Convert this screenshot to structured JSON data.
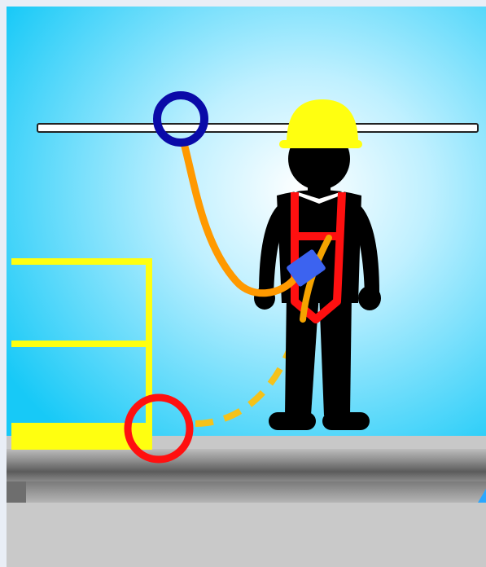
{
  "scene": {
    "description_visible_text": "",
    "colors": {
      "frame": "#e9eef6",
      "sky_center": "#ffffff",
      "sky_mid": "#bff0ff",
      "sky_edge": "#17c9f7",
      "anchor_line": "#ffffff",
      "anchor_line_outline": "#222222",
      "anchor_ring": "#0a0aa8",
      "lanyard": "#ff9900",
      "lanyard_dashed": "#f5c21a",
      "shock_absorber": "#3c63f0",
      "worker_body": "#000000",
      "helmet": "#ffff10",
      "harness": "#ff1010",
      "guardrail": "#ffff10",
      "fall_zone_ring": "#ff1010",
      "floor_top": "#c4c4c4",
      "floor_band": "#6b6b6b",
      "lower_area": "#c9c9c9"
    },
    "elements": {
      "anchor_line": "horizontal-lifeline",
      "anchor_ring": "anchorage-connector-ring",
      "lanyard": "energy-absorbing-lanyard",
      "worker": "worker-in-full-body-harness",
      "guardrail": "edge-guardrail",
      "fall_ring": "leading-edge-highlight-ring"
    }
  }
}
